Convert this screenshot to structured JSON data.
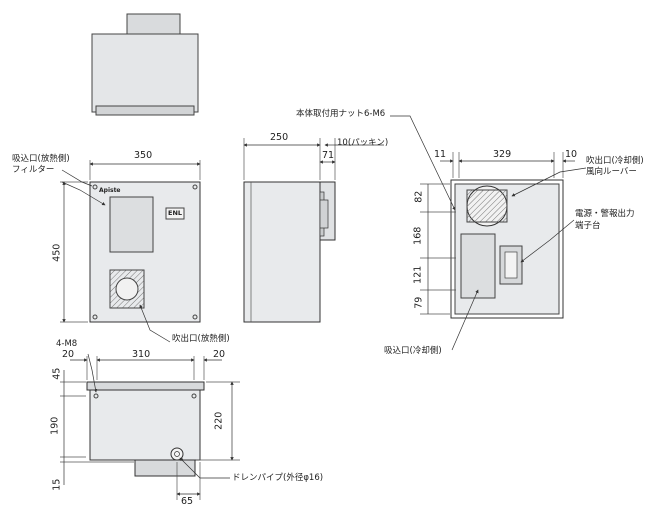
{
  "labels": {
    "mount_nut": "本体取付用ナット6-M6",
    "intake_heat": "吸込口(放熱側)",
    "filter": "フィルター",
    "outlet_heat": "吹出口(放熱側)",
    "outlet_cool": "吹出口(冷却側)",
    "louver": "風向ルーバー",
    "terminal_1": "電源・警報出力",
    "terminal_2": "端子台",
    "intake_cool": "吸込口(冷却側)",
    "packing": "10(パッキン)",
    "drain": "ドレンパイプ(外径φ16)",
    "holes": "4-M8",
    "brand": "Apiste",
    "panel_badge": "ENL"
  },
  "dims": {
    "front_width": "350",
    "front_height": "450",
    "side_depth": "250",
    "side_71": "71",
    "back_11": "11",
    "back_329": "329",
    "back_10": "10",
    "back_82": "82",
    "back_168": "168",
    "back_121": "121",
    "back_79": "79",
    "bottom_20a": "20",
    "bottom_310": "310",
    "bottom_20b": "20",
    "bottom_45": "45",
    "bottom_190": "190",
    "bottom_220": "220",
    "bottom_15": "15",
    "bottom_65": "65"
  }
}
